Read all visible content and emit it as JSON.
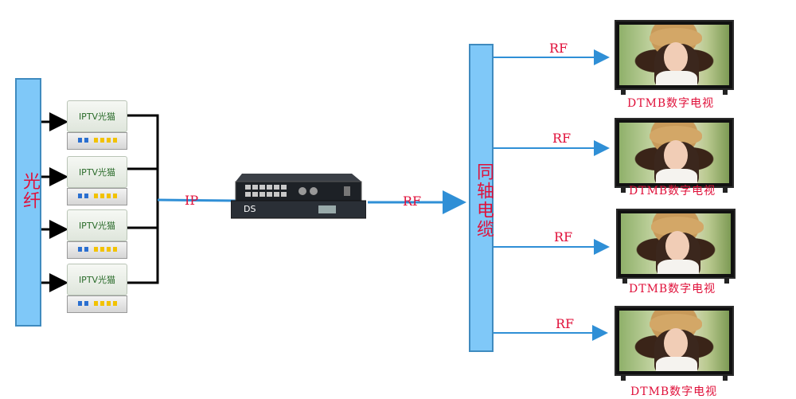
{
  "left_bar": {
    "label": "光纤"
  },
  "modems": [
    {
      "label": "IPTV光猫"
    },
    {
      "label": "IPTV光猫"
    },
    {
      "label": "IPTV光猫"
    },
    {
      "label": "IPTV光猫"
    }
  ],
  "ip_label": "IP",
  "device": {
    "brand": "DS"
  },
  "rf_mid_label": "RF",
  "right_bar": {
    "label": "同轴电缆"
  },
  "outputs": [
    {
      "rf": "RF",
      "caption": "DTMB数字电视"
    },
    {
      "rf": "RF",
      "caption": "DTMB数字电视"
    },
    {
      "rf": "RF",
      "caption": "DTMB数字电视"
    },
    {
      "rf": "RF",
      "caption": ""
    }
  ],
  "bottom_caption": "DTMB数字电视",
  "colors": {
    "bar_fill": "#7fc8f8",
    "label_red": "#e0103a",
    "line_blue": "#2f8fd6",
    "connector_black": "#000000"
  }
}
